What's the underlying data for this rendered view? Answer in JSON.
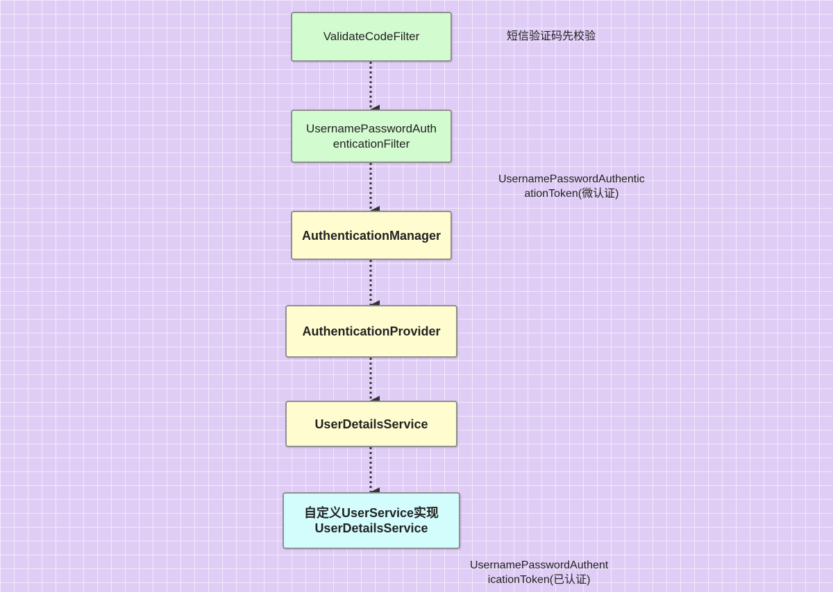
{
  "nodes": {
    "validate_code_filter": "ValidateCodeFilter",
    "username_password_filter": [
      "UsernamePasswordAuth",
      "enticationFilter"
    ],
    "authentication_manager": "AuthenticationManager",
    "authentication_provider": "AuthenticationProvider",
    "user_details_service": "UserDetailsService",
    "custom_user_service": [
      "自定义UserService实现",
      "UserDetailsService"
    ]
  },
  "notes": {
    "sms_check": "短信验证码先校验",
    "unauth_token": [
      "UsernamePasswordAuthentic",
      "ationToken(微认证)"
    ],
    "auth_token": [
      "UsernamePasswordAuthent",
      "icationToken(已认证)"
    ]
  },
  "colors": {
    "background": "#e0cdf6",
    "filter_nodes": "#d3fbd0",
    "auth_nodes": "#fffdd0",
    "custom_node": "#d3fcfd",
    "border": "#8f8f8f",
    "arrow": "#333333"
  }
}
